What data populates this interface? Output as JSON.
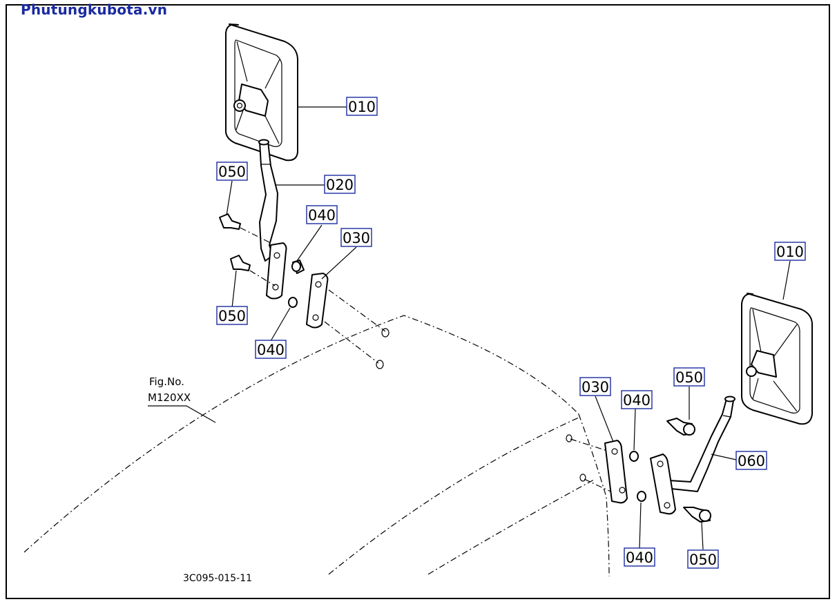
{
  "brand": "Phutungkubota.vn",
  "figure": {
    "line1": "Fig.No.",
    "line2": "M120XX"
  },
  "drawing_number": "3C095-015-11",
  "callouts": [
    {
      "id": "010-left",
      "label": "010"
    },
    {
      "id": "020",
      "label": "020"
    },
    {
      "id": "050-a",
      "label": "050"
    },
    {
      "id": "040-a",
      "label": "040"
    },
    {
      "id": "030-left",
      "label": "030"
    },
    {
      "id": "050-b",
      "label": "050"
    },
    {
      "id": "040-b",
      "label": "040"
    },
    {
      "id": "010-right",
      "label": "010"
    },
    {
      "id": "030-right",
      "label": "030"
    },
    {
      "id": "040-c",
      "label": "040"
    },
    {
      "id": "050-c",
      "label": "050"
    },
    {
      "id": "060",
      "label": "060"
    },
    {
      "id": "040-d",
      "label": "040"
    },
    {
      "id": "050-d",
      "label": "050"
    }
  ]
}
